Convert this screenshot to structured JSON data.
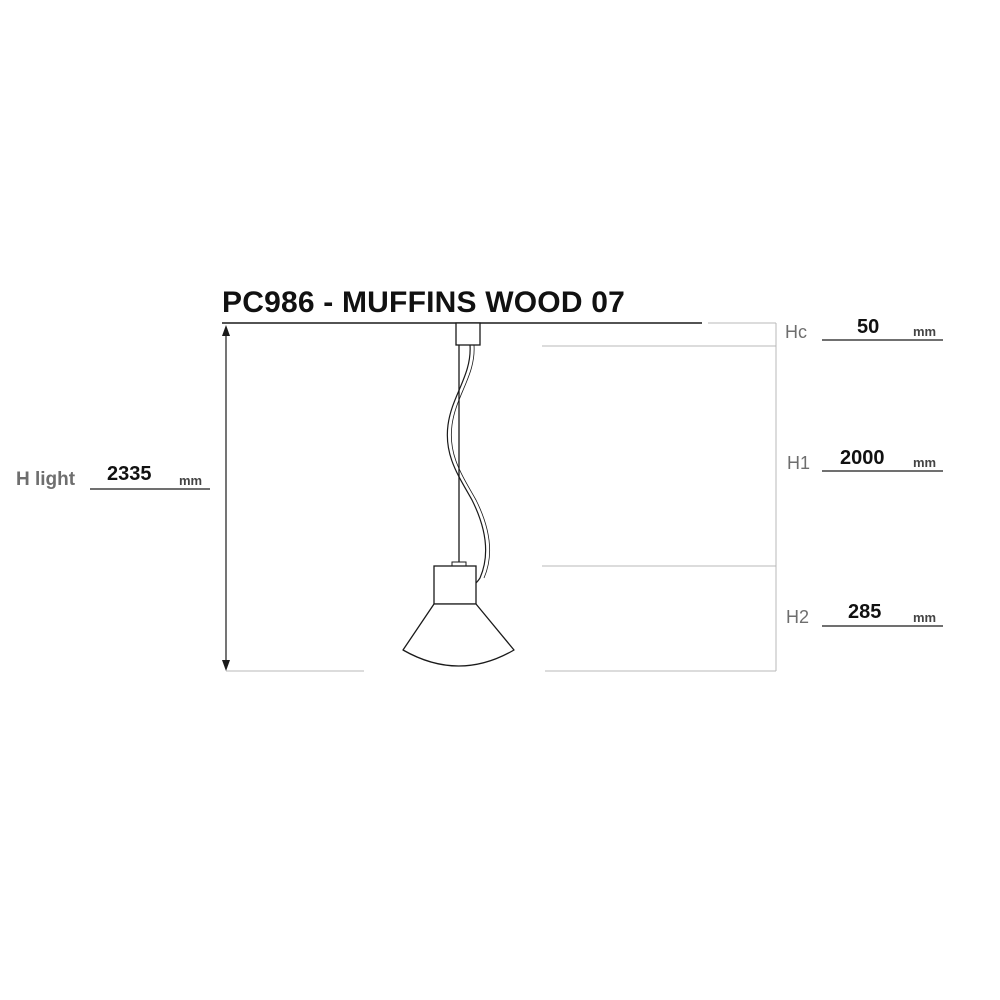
{
  "title": "PC986 - MUFFINS WOOD 07",
  "dimensions": {
    "h_light": {
      "label": "H light",
      "value": "2335",
      "unit": "mm"
    },
    "hc": {
      "label": "Hc",
      "value": "50",
      "unit": "mm"
    },
    "h1": {
      "label": "H1",
      "value": "2000",
      "unit": "mm"
    },
    "h2": {
      "label": "H2",
      "value": "285",
      "unit": "mm"
    }
  },
  "colors": {
    "drawing_line": "#1a1a1a",
    "guide_line": "#b8b8b8",
    "label_gray": "#6e6e6e"
  }
}
